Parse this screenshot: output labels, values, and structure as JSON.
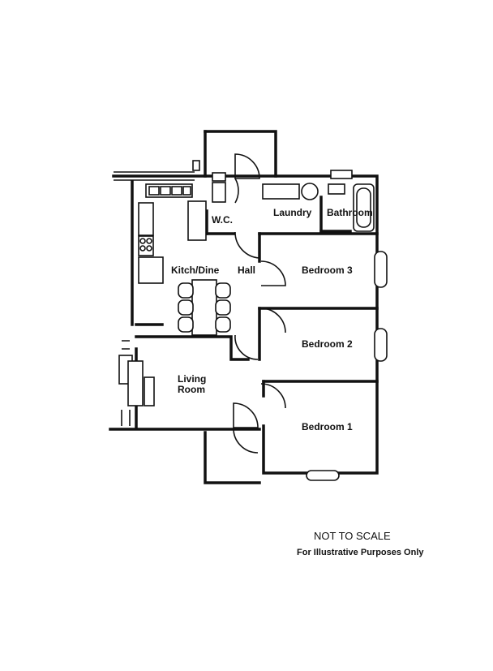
{
  "rooms": {
    "wc": "W.C.",
    "laundry": "Laundry",
    "bathroom": "Bathroom",
    "kitchen_dine": "Kitch/Dine",
    "hall": "Hall",
    "bedroom3": "Bedroom 3",
    "bedroom2": "Bedroom 2",
    "living_line1": "Living",
    "living_line2": "Room",
    "bedroom1": "Bedroom 1"
  },
  "notes": {
    "scale": "NOT TO SCALE",
    "disclaimer": "For Illustrative Purposes Only"
  }
}
